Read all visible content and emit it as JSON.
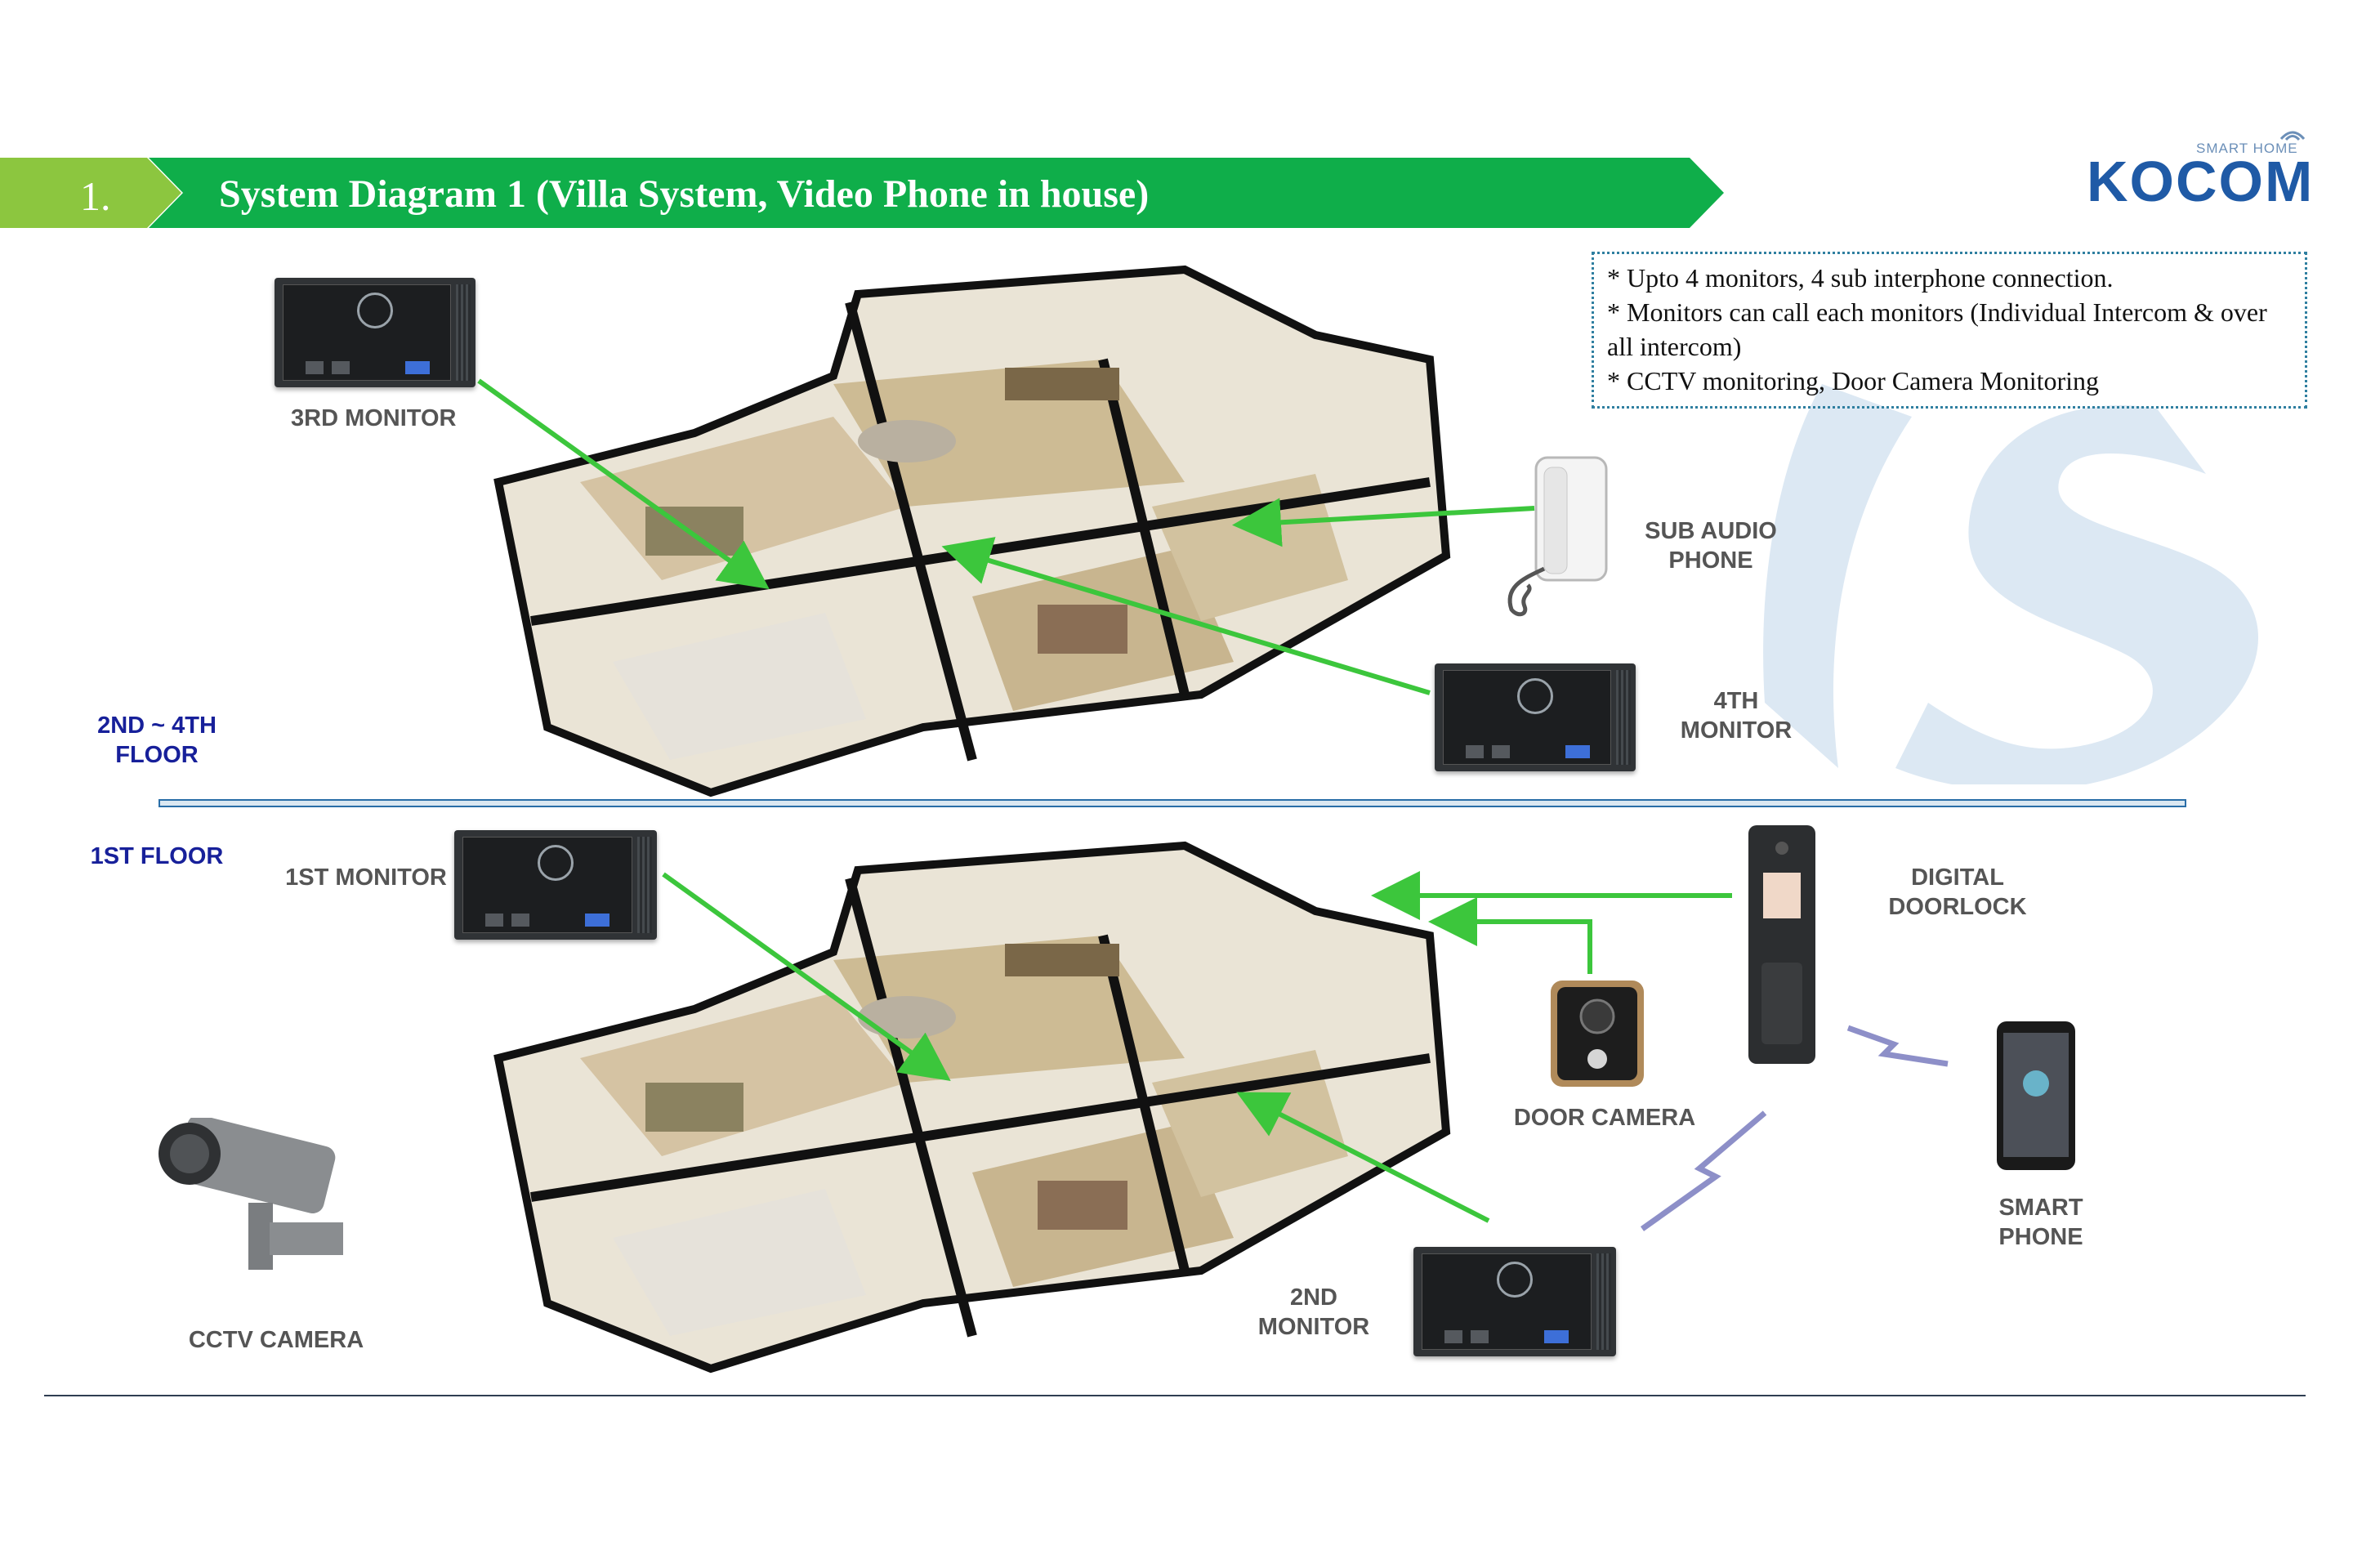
{
  "header": {
    "number": "1.",
    "title": "System Diagram 1 (Villa System, Video Phone in house)"
  },
  "logo": {
    "small": "SMART HOME",
    "main": "KOCOM"
  },
  "notes": [
    "* Upto 4 monitors, 4 sub interphone connection.",
    "* Monitors can call each monitors (Individual Intercom & over all intercom)",
    "* CCTV monitoring, Door Camera Monitoring"
  ],
  "floors": {
    "upper": "2ND ~ 4TH FLOOR",
    "lower": "1ST FLOOR"
  },
  "devices": {
    "monitor3": "3RD MONITOR",
    "sub_audio_phone": "SUB AUDIO PHONE",
    "monitor4": "4TH MONITOR",
    "monitor1": "1ST MONITOR",
    "digital_doorlock": "DIGITAL DOORLOCK",
    "door_camera": "DOOR CAMERA",
    "smart_phone": "SMART PHONE",
    "cctv_camera": "CCTV CAMERA",
    "monitor2": "2ND MONITOR"
  },
  "colors": {
    "banner_green": "#0fae4a",
    "banner_light": "#8cc63f",
    "arrow_green": "#3cc63c",
    "floor_label": "#17209a",
    "brand_blue": "#1f5aa6"
  }
}
